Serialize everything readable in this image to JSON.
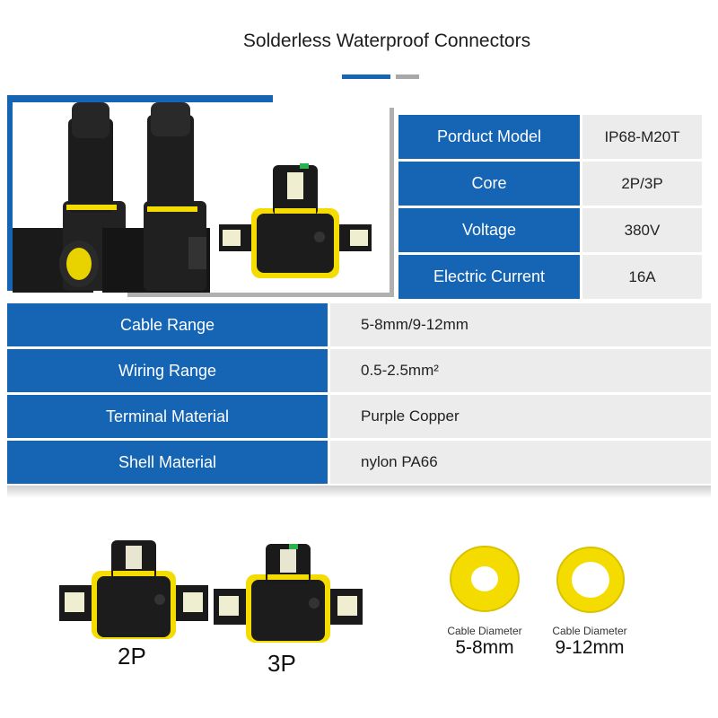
{
  "title": "Solderless Waterproof Connectors",
  "colors": {
    "accent": "#1565b4",
    "cell_bg": "#ececec",
    "yellow": "#f5dc00"
  },
  "spec_small": [
    {
      "label": "Porduct Model",
      "value": "IP68-M20T"
    },
    {
      "label": "Core",
      "value": "2P/3P"
    },
    {
      "label": "Voltage",
      "value": "380V"
    },
    {
      "label": "Electric Current",
      "value": "16A"
    }
  ],
  "spec_big": [
    {
      "label": "Cable Range",
      "value": "5-8mm/9-12mm"
    },
    {
      "label": "Wiring Range",
      "value": "0.5-2.5mm²"
    },
    {
      "label": "Terminal Material",
      "value": "Purple Copper"
    },
    {
      "label": "Shell Material",
      "value": "nylon PA66"
    }
  ],
  "variants": [
    {
      "label": "2P"
    },
    {
      "label": "3P"
    }
  ],
  "rings": [
    {
      "caption": "Cable Diameter",
      "size": "5-8mm"
    },
    {
      "caption": "Cable Diameter",
      "size": "9-12mm"
    }
  ]
}
